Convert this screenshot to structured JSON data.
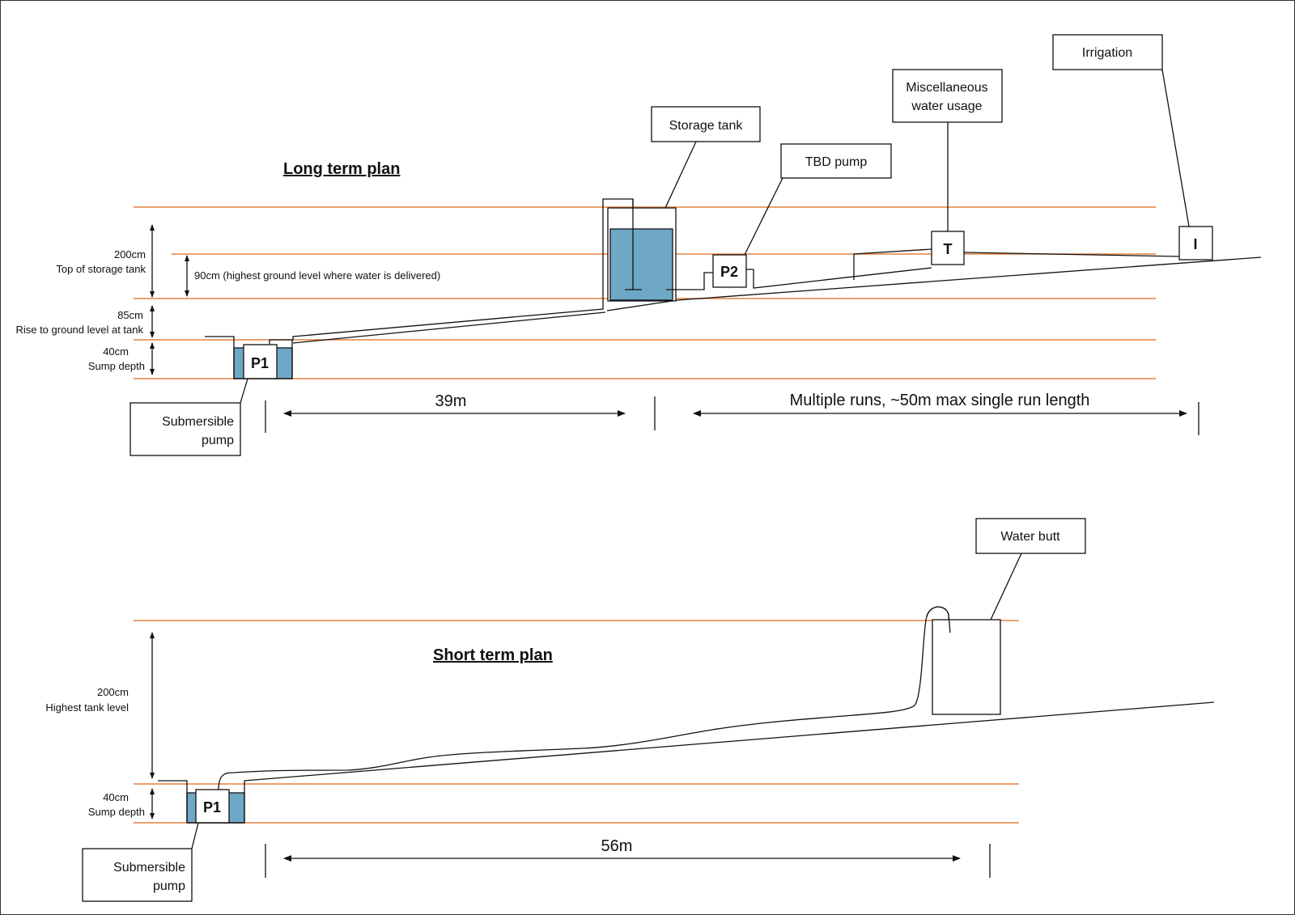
{
  "long_term": {
    "title": "Long term plan",
    "labels": {
      "storage_tank": "Storage tank",
      "tbd_pump": "TBD pump",
      "misc_water": [
        "Miscellaneous",
        "water usage"
      ],
      "irrigation": "Irrigation",
      "submersible_pump": [
        "Submersible",
        "pump"
      ]
    },
    "markers": {
      "p1": "P1",
      "p2": "P2",
      "t": "T",
      "i": "I"
    },
    "dims": {
      "d200": [
        "200cm",
        "Top of storage tank"
      ],
      "d90": "90cm (highest ground level where water is delivered)",
      "d85": [
        "85cm",
        "Rise to ground level at tank"
      ],
      "d40": [
        "40cm",
        "Sump depth"
      ]
    },
    "spans": {
      "first": "39m",
      "second": "Multiple runs, ~50m max single run length"
    }
  },
  "short_term": {
    "title": "Short term plan",
    "labels": {
      "water_butt": "Water butt",
      "submersible_pump": [
        "Submersible",
        "pump"
      ]
    },
    "markers": {
      "p1": "P1"
    },
    "dims": {
      "d200": [
        "200cm",
        "Highest tank level"
      ],
      "d40": [
        "40cm",
        "Sump depth"
      ]
    },
    "spans": {
      "first": "56m"
    }
  },
  "colors": {
    "level_line": "#e5803e",
    "water": "#6fa7c6",
    "outline": "#111111"
  }
}
